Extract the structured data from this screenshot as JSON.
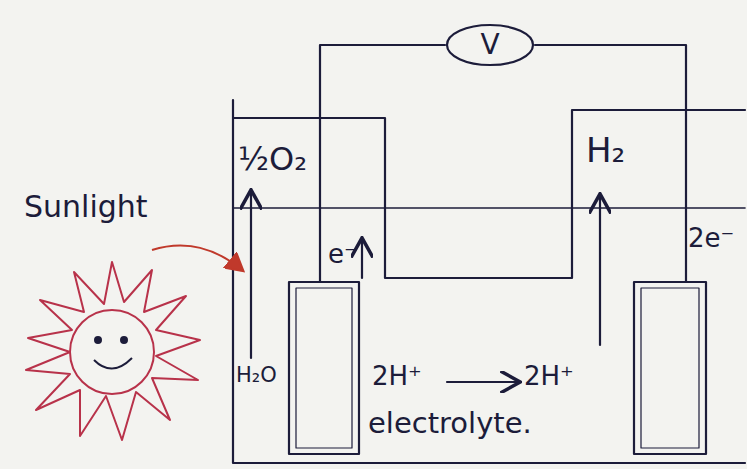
{
  "diagram": {
    "nodes": [
      {
        "text": [
          "V"
        ]
      }
    ],
    "labels": [
      "½O₂",
      "H₂",
      "Sunlight",
      "e⁻",
      "2e⁻",
      "H₂O",
      "2H⁺",
      "2H⁺",
      "electrolyte."
    ]
  }
}
